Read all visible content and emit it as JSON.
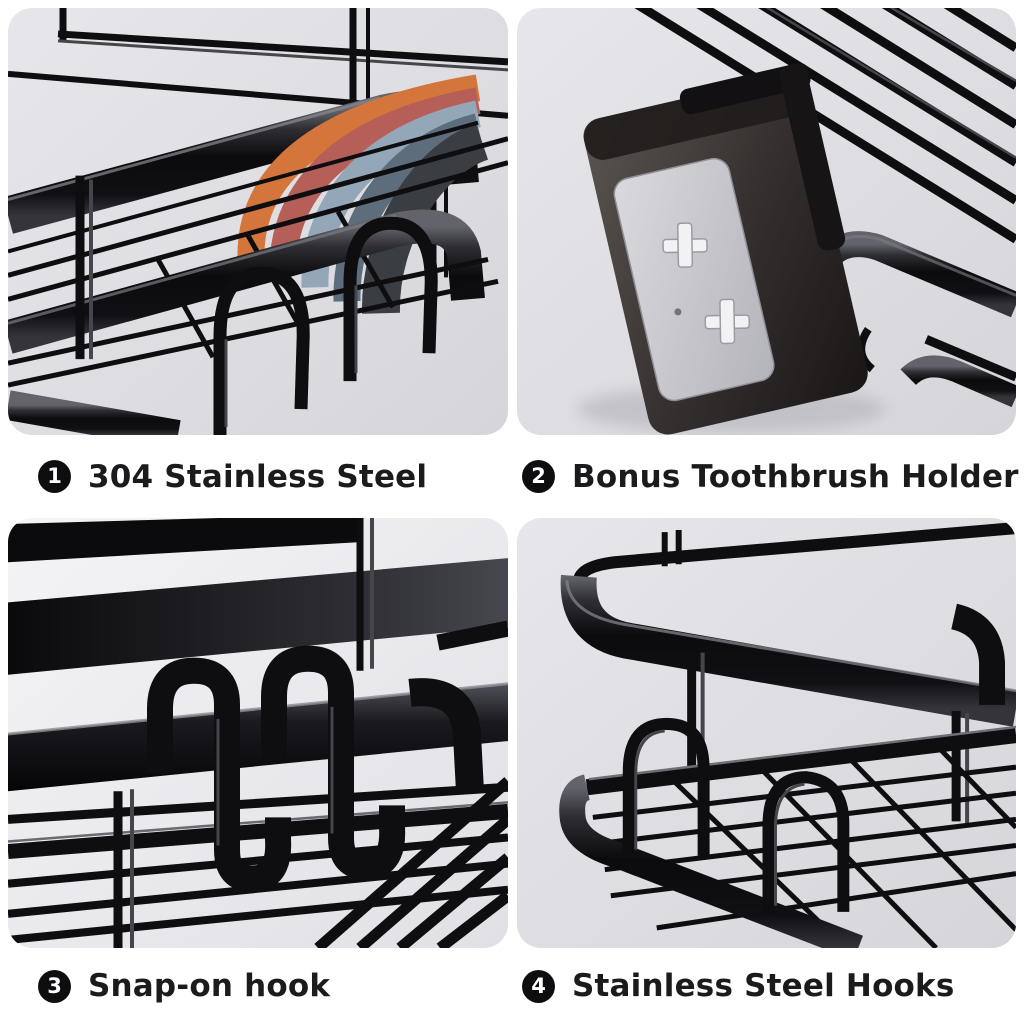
{
  "page": {
    "background": "#ffffff",
    "panel_background": "#dcdce0",
    "panel_background_light": "#ededf0",
    "text_color": "#1b1b1d",
    "badge_background": "#0e0e10",
    "badge_text_color": "#ffffff",
    "product_metal_color": "#0b0b0d"
  },
  "features": [
    {
      "number": "1",
      "label": "304 Stainless Steel",
      "scene": "shower-caddy-frame-with-steel-layer-fan"
    },
    {
      "number": "2",
      "label": "Bonus Toothbrush Holder",
      "scene": "toothbrush-holder-cup-clipped-on-wire-rack"
    },
    {
      "number": "3",
      "label": "Snap-on hook",
      "scene": "two-snap-on-hooks-hanging-on-rail"
    },
    {
      "number": "4",
      "label": "Stainless Steel Hooks",
      "scene": "wire-basket-with-two-steel-u-hooks"
    }
  ],
  "steel_layer_colors": [
    "#d4763b",
    "#b65f58",
    "#93a7b9",
    "#5d6d7c",
    "#3a3d42"
  ]
}
